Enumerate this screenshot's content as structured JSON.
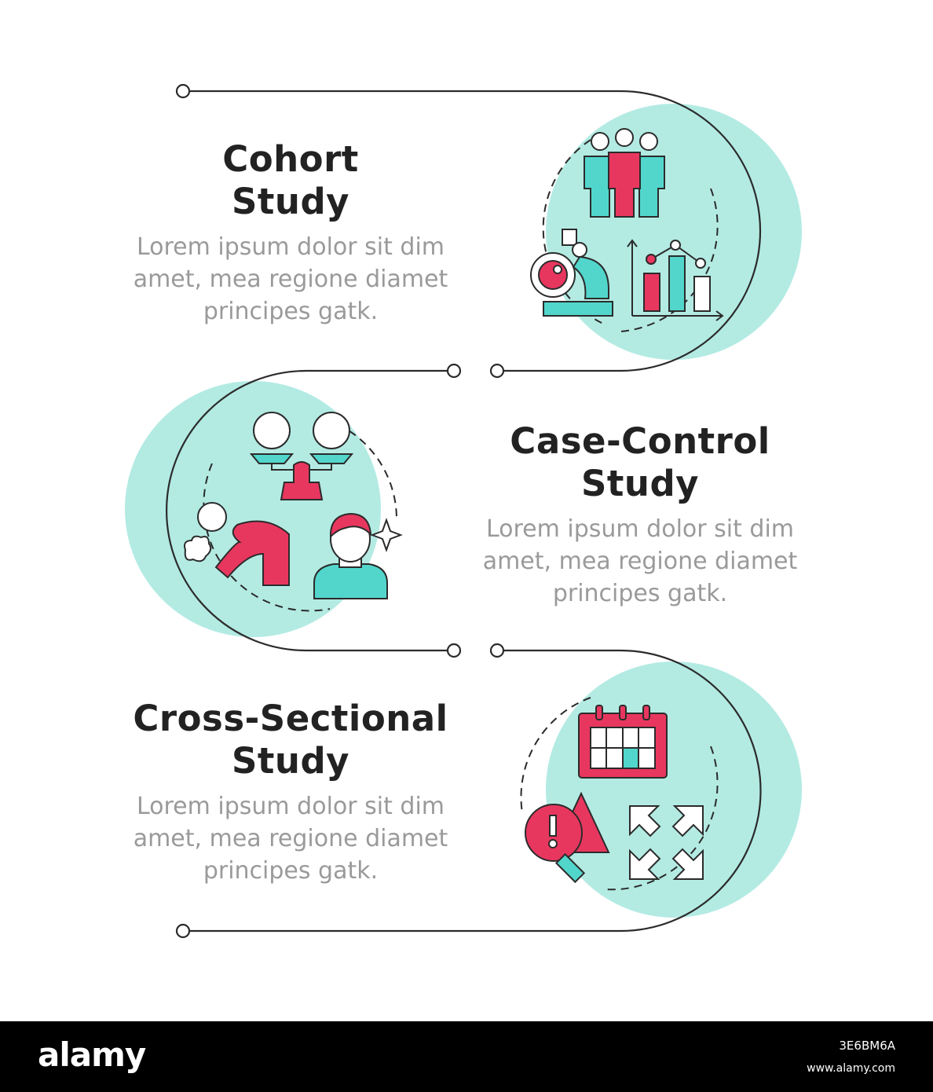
{
  "colors": {
    "teal_light": "#b3ebe3",
    "teal": "#52d6cc",
    "pink": "#e8375f",
    "outline": "#2b2b2b",
    "title": "#222222",
    "body": "#9a9a9a"
  },
  "steps": [
    {
      "title_line1": "Cohort",
      "title_line2": "Study",
      "body_line1": "Lorem ipsum dolor sit dim",
      "body_line2": "amet, mea regione diamet",
      "body_line3": "principes gatk.",
      "icons": [
        "people-group-icon",
        "microscope-icon",
        "bar-chart-icon"
      ]
    },
    {
      "title_line1": "Case-Control",
      "title_line2": "Study",
      "body_line1": "Lorem ipsum dolor sit dim",
      "body_line2": "amet, mea regione diamet",
      "body_line3": "principes gatk.",
      "icons": [
        "balance-scale-icon",
        "sick-person-icon",
        "healthy-person-icon"
      ]
    },
    {
      "title_line1": "Cross-Sectional",
      "title_line2": "Study",
      "body_line1": "Lorem ipsum dolor sit dim",
      "body_line2": "amet, mea regione diamet",
      "body_line3": "principes gatk.",
      "icons": [
        "calendar-icon",
        "warning-magnifier-icon",
        "expand-arrows-icon"
      ]
    }
  ],
  "footer": {
    "logo": "alamy",
    "image_id": "3E6BM6A",
    "url": "www.alamy.com"
  }
}
